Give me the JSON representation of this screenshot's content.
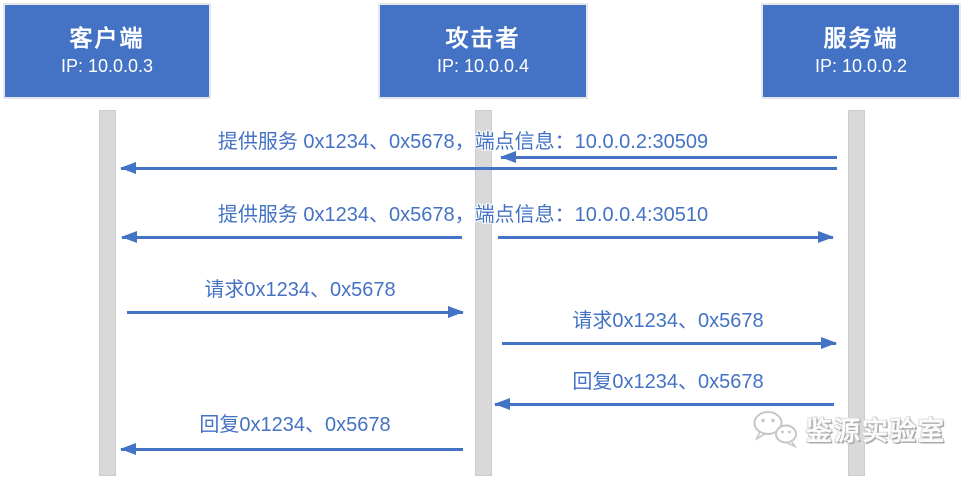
{
  "actors": [
    {
      "name": "客户端",
      "ip": "IP: 10.0.0.3"
    },
    {
      "name": "攻击者",
      "ip": "IP: 10.0.0.4"
    },
    {
      "name": "服务端",
      "ip": "IP: 10.0.0.2"
    }
  ],
  "messages": [
    {
      "label": "提供服务 0x1234、0x5678，端点信息：10.0.0.2:30509",
      "from": "服务端",
      "to": "攻击者、客户端",
      "direction": "right-to-left"
    },
    {
      "label": "提供服务 0x1234、0x5678，端点信息：10.0.0.4:30510",
      "from": "攻击者",
      "to": "客户端、服务端",
      "direction": "both"
    },
    {
      "label": "请求0x1234、0x5678",
      "from": "客户端",
      "to": "攻击者",
      "direction": "left-to-right"
    },
    {
      "label": "请求0x1234、0x5678",
      "from": "攻击者",
      "to": "服务端",
      "direction": "left-to-right"
    },
    {
      "label": "回复0x1234、0x5678",
      "from": "服务端",
      "to": "攻击者",
      "direction": "right-to-left"
    },
    {
      "label": "回复0x1234、0x5678",
      "from": "攻击者",
      "to": "客户端",
      "direction": "right-to-left"
    }
  ],
  "watermark": {
    "text": "鉴源实验室",
    "icon": "wechat-icon"
  },
  "colors": {
    "accent_blue": "#4472C4",
    "lifeline_gray": "#D9D9D9",
    "background": "#FFFFFF"
  }
}
